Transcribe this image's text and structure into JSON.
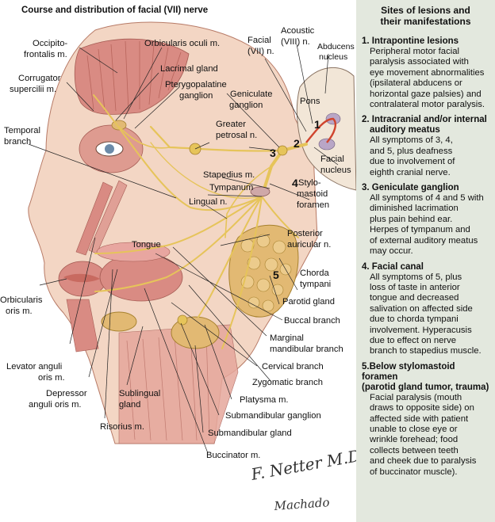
{
  "figure": {
    "title": "Course and distribution of facial (VII) nerve",
    "labels": {
      "occipitofrontalis_1": "Occipito-",
      "occipitofrontalis_2": "frontalis m.",
      "corrugator_1": "Corrugator",
      "corrugator_2": "supercilii m.",
      "temporal_1": "Temporal",
      "temporal_2": "branch",
      "orbicularis_oculi": "Orbicularis oculi m.",
      "lacrimal_gland": "Lacrimal gland",
      "pterygopalatine_1": "Pterygopalatine",
      "pterygopalatine_2": "ganglion",
      "facial_vii_1": "Facial",
      "facial_vii_2": "(VII) n.",
      "acoustic_1": "Acoustic",
      "acoustic_2": "(VIII) n.",
      "abducens_1": "Abducens",
      "abducens_2": "nucleus",
      "geniculate_1": "Geniculate",
      "geniculate_2": "ganglion",
      "pons": "Pons",
      "greater_petrosal_1": "Greater",
      "greater_petrosal_2": "petrosal n.",
      "facial_nucleus_1": "Facial",
      "facial_nucleus_2": "nucleus",
      "stapedius": "Stapedius m.",
      "tympanum": "Tympanum",
      "lingual": "Lingual n.",
      "stylomastoid_1": "Stylo-",
      "stylomastoid_2": "mastoid",
      "stylomastoid_3": "foramen",
      "tongue": "Tongue",
      "posterior_auricular_1": "Posterior",
      "posterior_auricular_2": "auricular n.",
      "chorda_1": "Chorda",
      "chorda_2": "tympani",
      "parotid": "Parotid gland",
      "orbicularis_oris_1": "Orbicularis",
      "orbicularis_oris_2": "oris m.",
      "buccal": "Buccal branch",
      "marginal_1": "Marginal",
      "marginal_2": "mandibular branch",
      "levator_1": "Levator anguli",
      "levator_2": "oris m.",
      "cervical": "Cervical branch",
      "depressor_1": "Depressor",
      "depressor_2": "anguli oris m.",
      "sublingual_1": "Sublingual",
      "sublingual_2": "gland",
      "zygomatic": "Zygomatic branch",
      "platysma": "Platysma m.",
      "risorius": "Risorius m.",
      "submandibular_ganglion": "Submandibular ganglion",
      "submandibular_gland": "Submandibular gland",
      "buccinator": "Buccinator m."
    },
    "site_numbers": [
      "1",
      "2",
      "3",
      "4",
      "5"
    ],
    "signature": "F. Netter M.D.",
    "artist_signature": "Machado"
  },
  "panel": {
    "title_line1": "Sites of lesions and",
    "title_line2": "their manifestations",
    "sections": [
      {
        "heading": "1. Intrapontine lesions",
        "body": [
          "Peripheral motor facial",
          "paralysis associated with",
          "eye movement abnormalities",
          "(ipsilateral abducens or",
          "horizontal gaze palsies) and",
          "contralateral motor paralysis."
        ]
      },
      {
        "heading": "2. Intracranial and/or internal auditory meatus",
        "heading_lines": [
          "2. Intracranial and/or internal",
          "auditory meatus"
        ],
        "body": [
          "All symptoms of 3, 4,",
          "and 5, plus deafness",
          "due to involvement of",
          "eighth cranial nerve."
        ]
      },
      {
        "heading": "3. Geniculate ganglion",
        "body": [
          "All symptoms of 4 and 5 with",
          "diminished lacrimation",
          "plus pain behind ear.",
          "Herpes of tympanum and",
          "of external auditory meatus",
          "may occur."
        ]
      },
      {
        "heading": "4. Facial canal",
        "body": [
          "All symptoms of 5, plus",
          "loss of taste in anterior",
          "tongue and decreased",
          "salivation on affected side",
          "due to chorda tympani",
          "involvement. Hyperacusis",
          "due to effect on nerve",
          "branch to stapedius muscle."
        ]
      },
      {
        "heading": "5.Below stylomastoid foramen (parotid gland tumor, trauma)",
        "heading_lines": [
          "5.Below stylomastoid foramen",
          "(parotid gland tumor, trauma)"
        ],
        "body": [
          "Facial paralysis (mouth",
          "draws to opposite side) on",
          "affected side with patient",
          "unable to close eye or",
          "wrinkle forehead; food",
          "collects between teeth",
          "and cheek due to paralysis",
          "of buccinator muscle)."
        ]
      }
    ]
  },
  "colors": {
    "panel_bg": "#e3e8de",
    "skin": "#f3d6c4",
    "muscle": "#d98b83",
    "nerve": "#e6c45a",
    "gland": "#e2b973",
    "brainstem": "#f2e6d7",
    "nerve_red": "#d0452e"
  }
}
